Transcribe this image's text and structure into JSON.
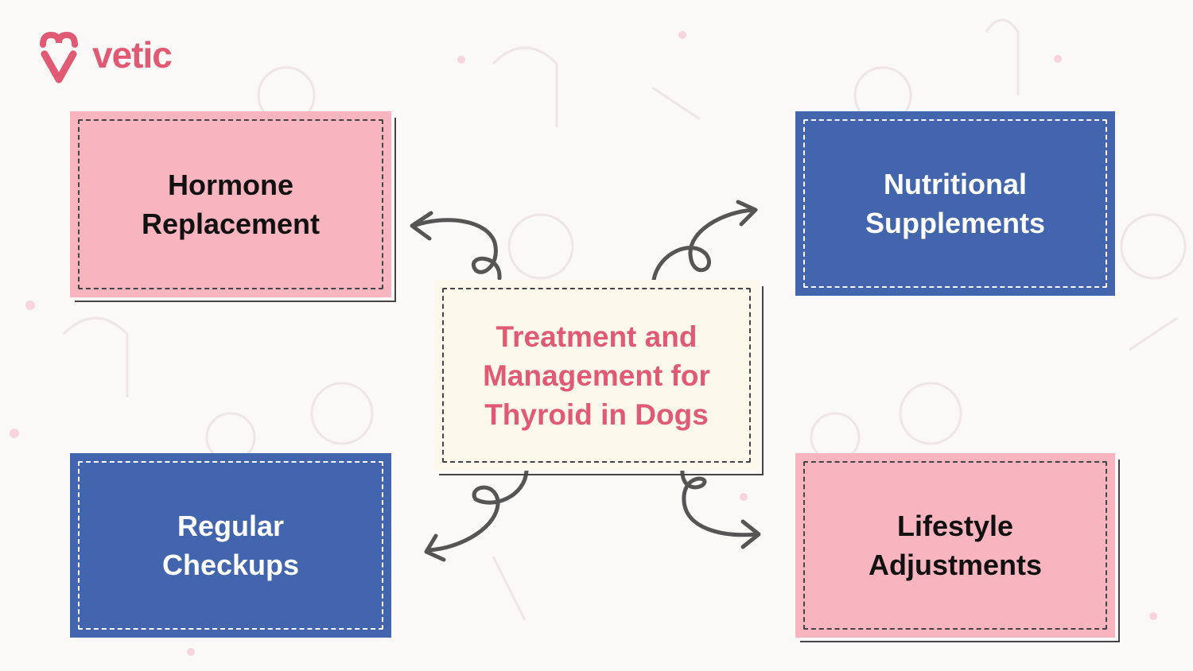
{
  "brand": {
    "name": "vetic",
    "color": "#e05a73"
  },
  "center": {
    "lines": [
      "Treatment and",
      "Management for",
      "Thyroid in Dogs"
    ],
    "bg": "#fcf8ec",
    "color": "#e05a73"
  },
  "boxes": [
    {
      "id": "hormone",
      "lines": [
        "Hormone",
        "Replacement"
      ],
      "bg": "#f8b4bf",
      "color": "#111111"
    },
    {
      "id": "nutrition",
      "lines": [
        "Nutritional",
        "Supplements"
      ],
      "bg": "#4265ae",
      "color": "#ffffff"
    },
    {
      "id": "checkups",
      "lines": [
        "Regular",
        "Checkups"
      ],
      "bg": "#4265ae",
      "color": "#ffffff"
    },
    {
      "id": "lifestyle",
      "lines": [
        "Lifestyle",
        "Adjustments"
      ],
      "bg": "#f8b4bf",
      "color": "#111111"
    }
  ],
  "colors": {
    "arrow": "#555555",
    "dash_dark": "#444444",
    "dash_light": "#ffffff"
  }
}
